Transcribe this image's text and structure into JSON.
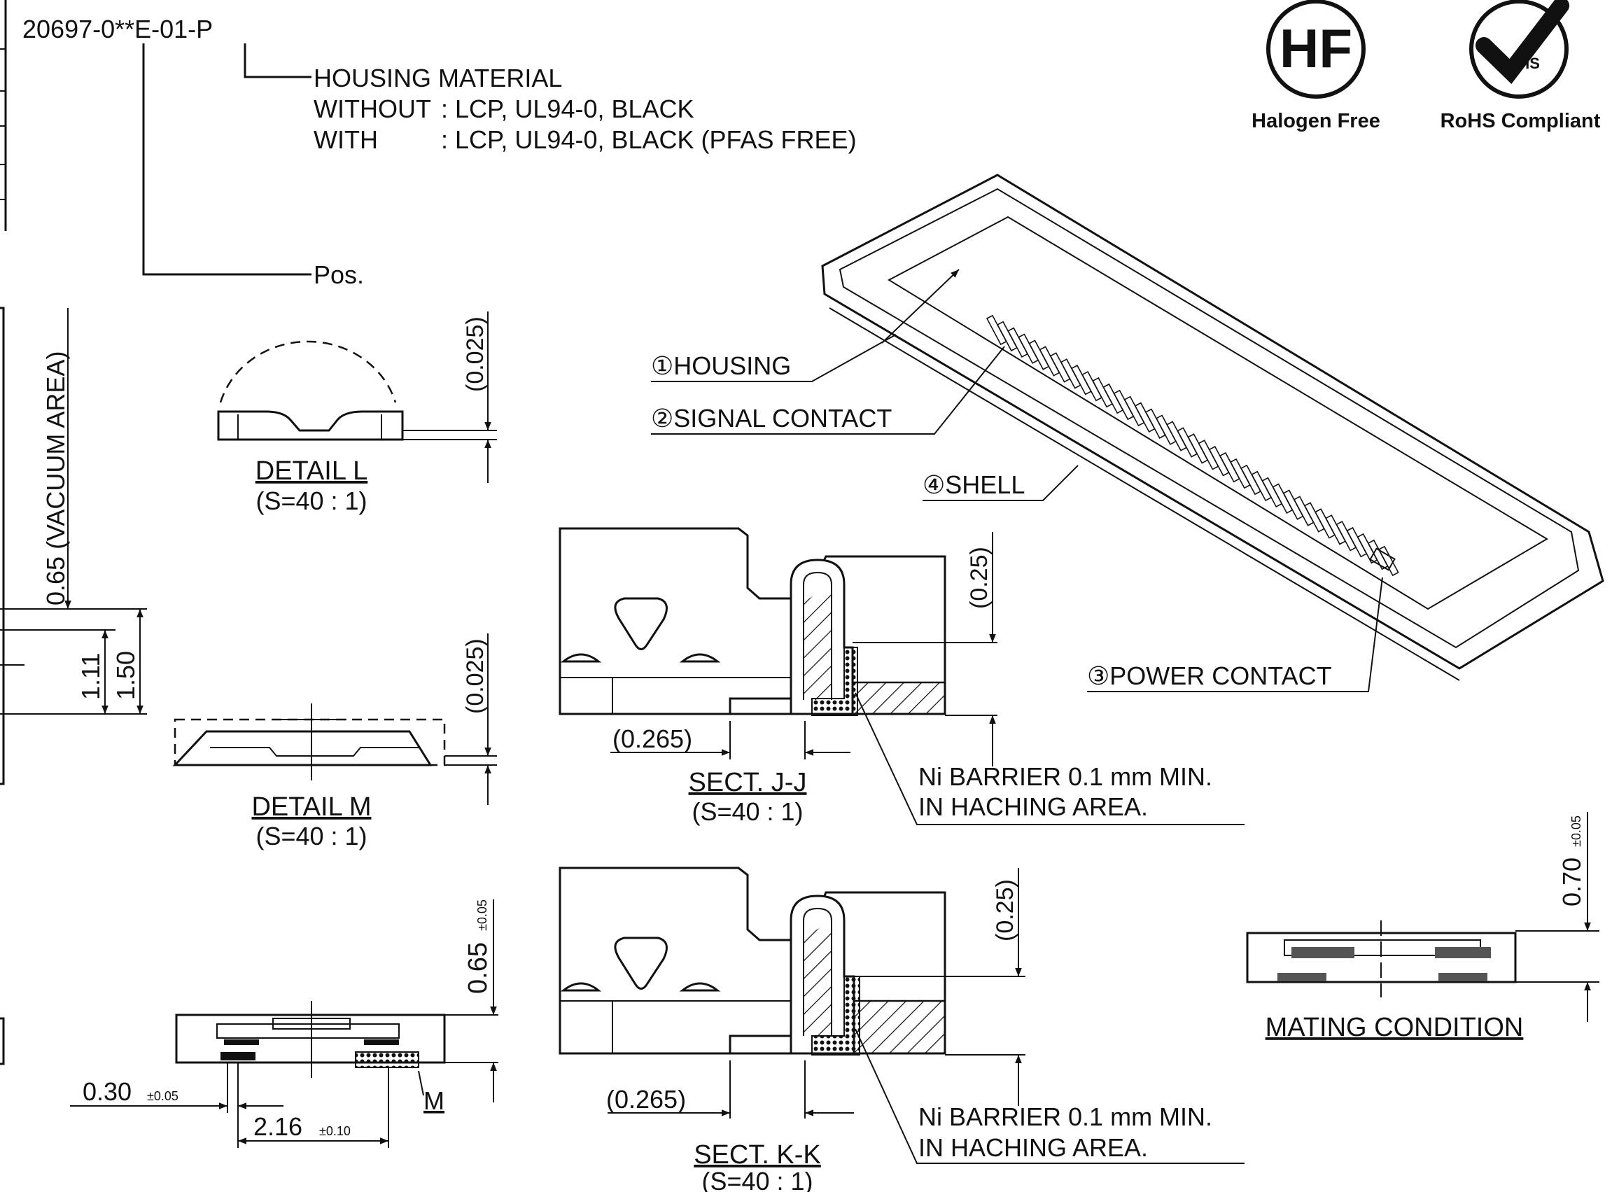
{
  "part_number": {
    "code": "20697-0**E-01-P",
    "housing_material": {
      "title": "HOUSING MATERIAL",
      "without_label": "WITHOUT",
      "without_value": ": LCP, UL94-0, BLACK",
      "with_label": "WITH",
      "with_value": ": LCP, UL94-0, BLACK (PFAS FREE)"
    },
    "positions_label": "Pos."
  },
  "badges": {
    "halogen_free": {
      "logo_text": "HF",
      "caption": "Halogen Free"
    },
    "rohs": {
      "logo_text": "RoHS",
      "caption": "RoHS Compliant"
    }
  },
  "callouts": {
    "housing": "①HOUSING",
    "signal_contact": "②SIGNAL CONTACT",
    "shell": "④SHELL",
    "power_contact": "③POWER CONTACT"
  },
  "left_view": {
    "vacuum_label": "0.65 (VACUUM AREA)",
    "dim_111": "1.11",
    "dim_150": "1.50"
  },
  "detail_l": {
    "title": "DETAIL L",
    "scale": "(S=40 : 1)",
    "dim": "(0.025)"
  },
  "detail_m": {
    "title": "DETAIL M",
    "scale": "(S=40 : 1)",
    "dim": "(0.025)"
  },
  "bottom_view": {
    "height": "0.65",
    "height_tol": "±0.05",
    "pitch": "0.30",
    "pitch_tol": "±0.05",
    "width": "2.16",
    "width_tol": "±0.10",
    "detail_ref": "M"
  },
  "sect_jj": {
    "title": "SECT. J-J",
    "scale": "(S=40 : 1)",
    "dim_h": "(0.265)",
    "dim_v": "(0.25)",
    "note_line1": "Ni BARRIER 0.1 mm MIN.",
    "note_line2": "IN HACHING AREA."
  },
  "sect_kk": {
    "title": "SECT. K-K",
    "scale": "(S=40 : 1)",
    "dim_h": "(0.265)",
    "dim_v": "(0.25)",
    "note_line1": "Ni BARRIER 0.1 mm MIN.",
    "note_line2": "IN HACHING AREA."
  },
  "mating": {
    "title": "MATING CONDITION",
    "height": "0.70",
    "height_tol": "±0.05"
  }
}
